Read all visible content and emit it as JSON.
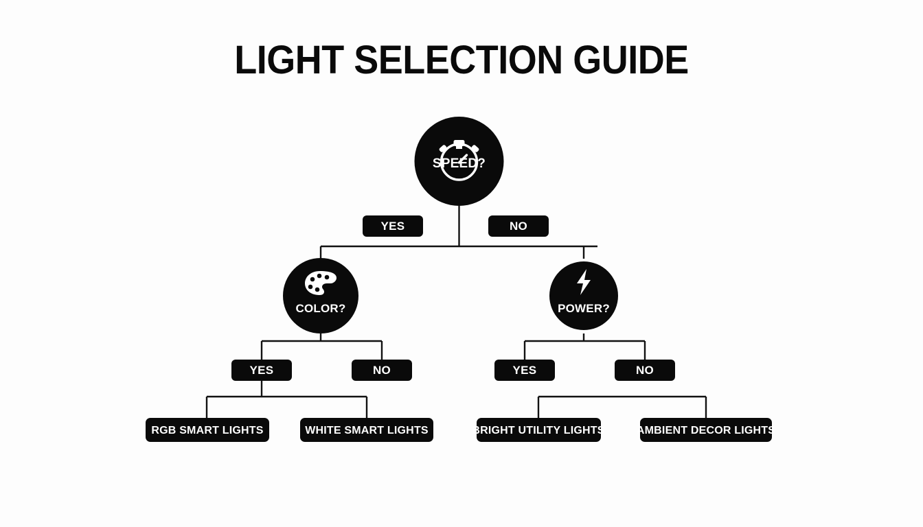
{
  "page": {
    "title": "LIGHT SELECTION GUIDE",
    "background_color": "#fdfdfd",
    "ink_color": "#0a0a0a",
    "text_on_ink_color": "#ffffff"
  },
  "diagram": {
    "type": "decision-tree",
    "root": {
      "id": "speed",
      "label": "SPEED?",
      "icon": "stopwatch-icon",
      "shape": "circle"
    },
    "level1_edge_labels": [
      {
        "id": "yes-speed",
        "label": "YES"
      },
      {
        "id": "no-speed",
        "label": "NO"
      }
    ],
    "level1_nodes": [
      {
        "id": "color",
        "label": "COLOR?",
        "icon": "palette-icon",
        "shape": "circle"
      },
      {
        "id": "power",
        "label": "POWER?",
        "icon": "lightning-bolt-icon",
        "shape": "circle"
      }
    ],
    "level2_edge_labels": [
      {
        "id": "yes-color",
        "label": "YES"
      },
      {
        "id": "no-color",
        "label": "NO"
      },
      {
        "id": "yes-power",
        "label": "YES"
      },
      {
        "id": "no-power",
        "label": "NO"
      }
    ],
    "leaves": [
      {
        "id": "rgb-smart-lights",
        "label": "RGB SMART LIGHTS"
      },
      {
        "id": "white-smart-lights",
        "label": "WHITE SMART LIGHTS"
      },
      {
        "id": "bright-utility-lights",
        "label": "BRIGHT UTILITY LIGHTS"
      },
      {
        "id": "ambient-decor-lights",
        "label": "AMBIENT DECOR LIGHTS"
      }
    ]
  }
}
